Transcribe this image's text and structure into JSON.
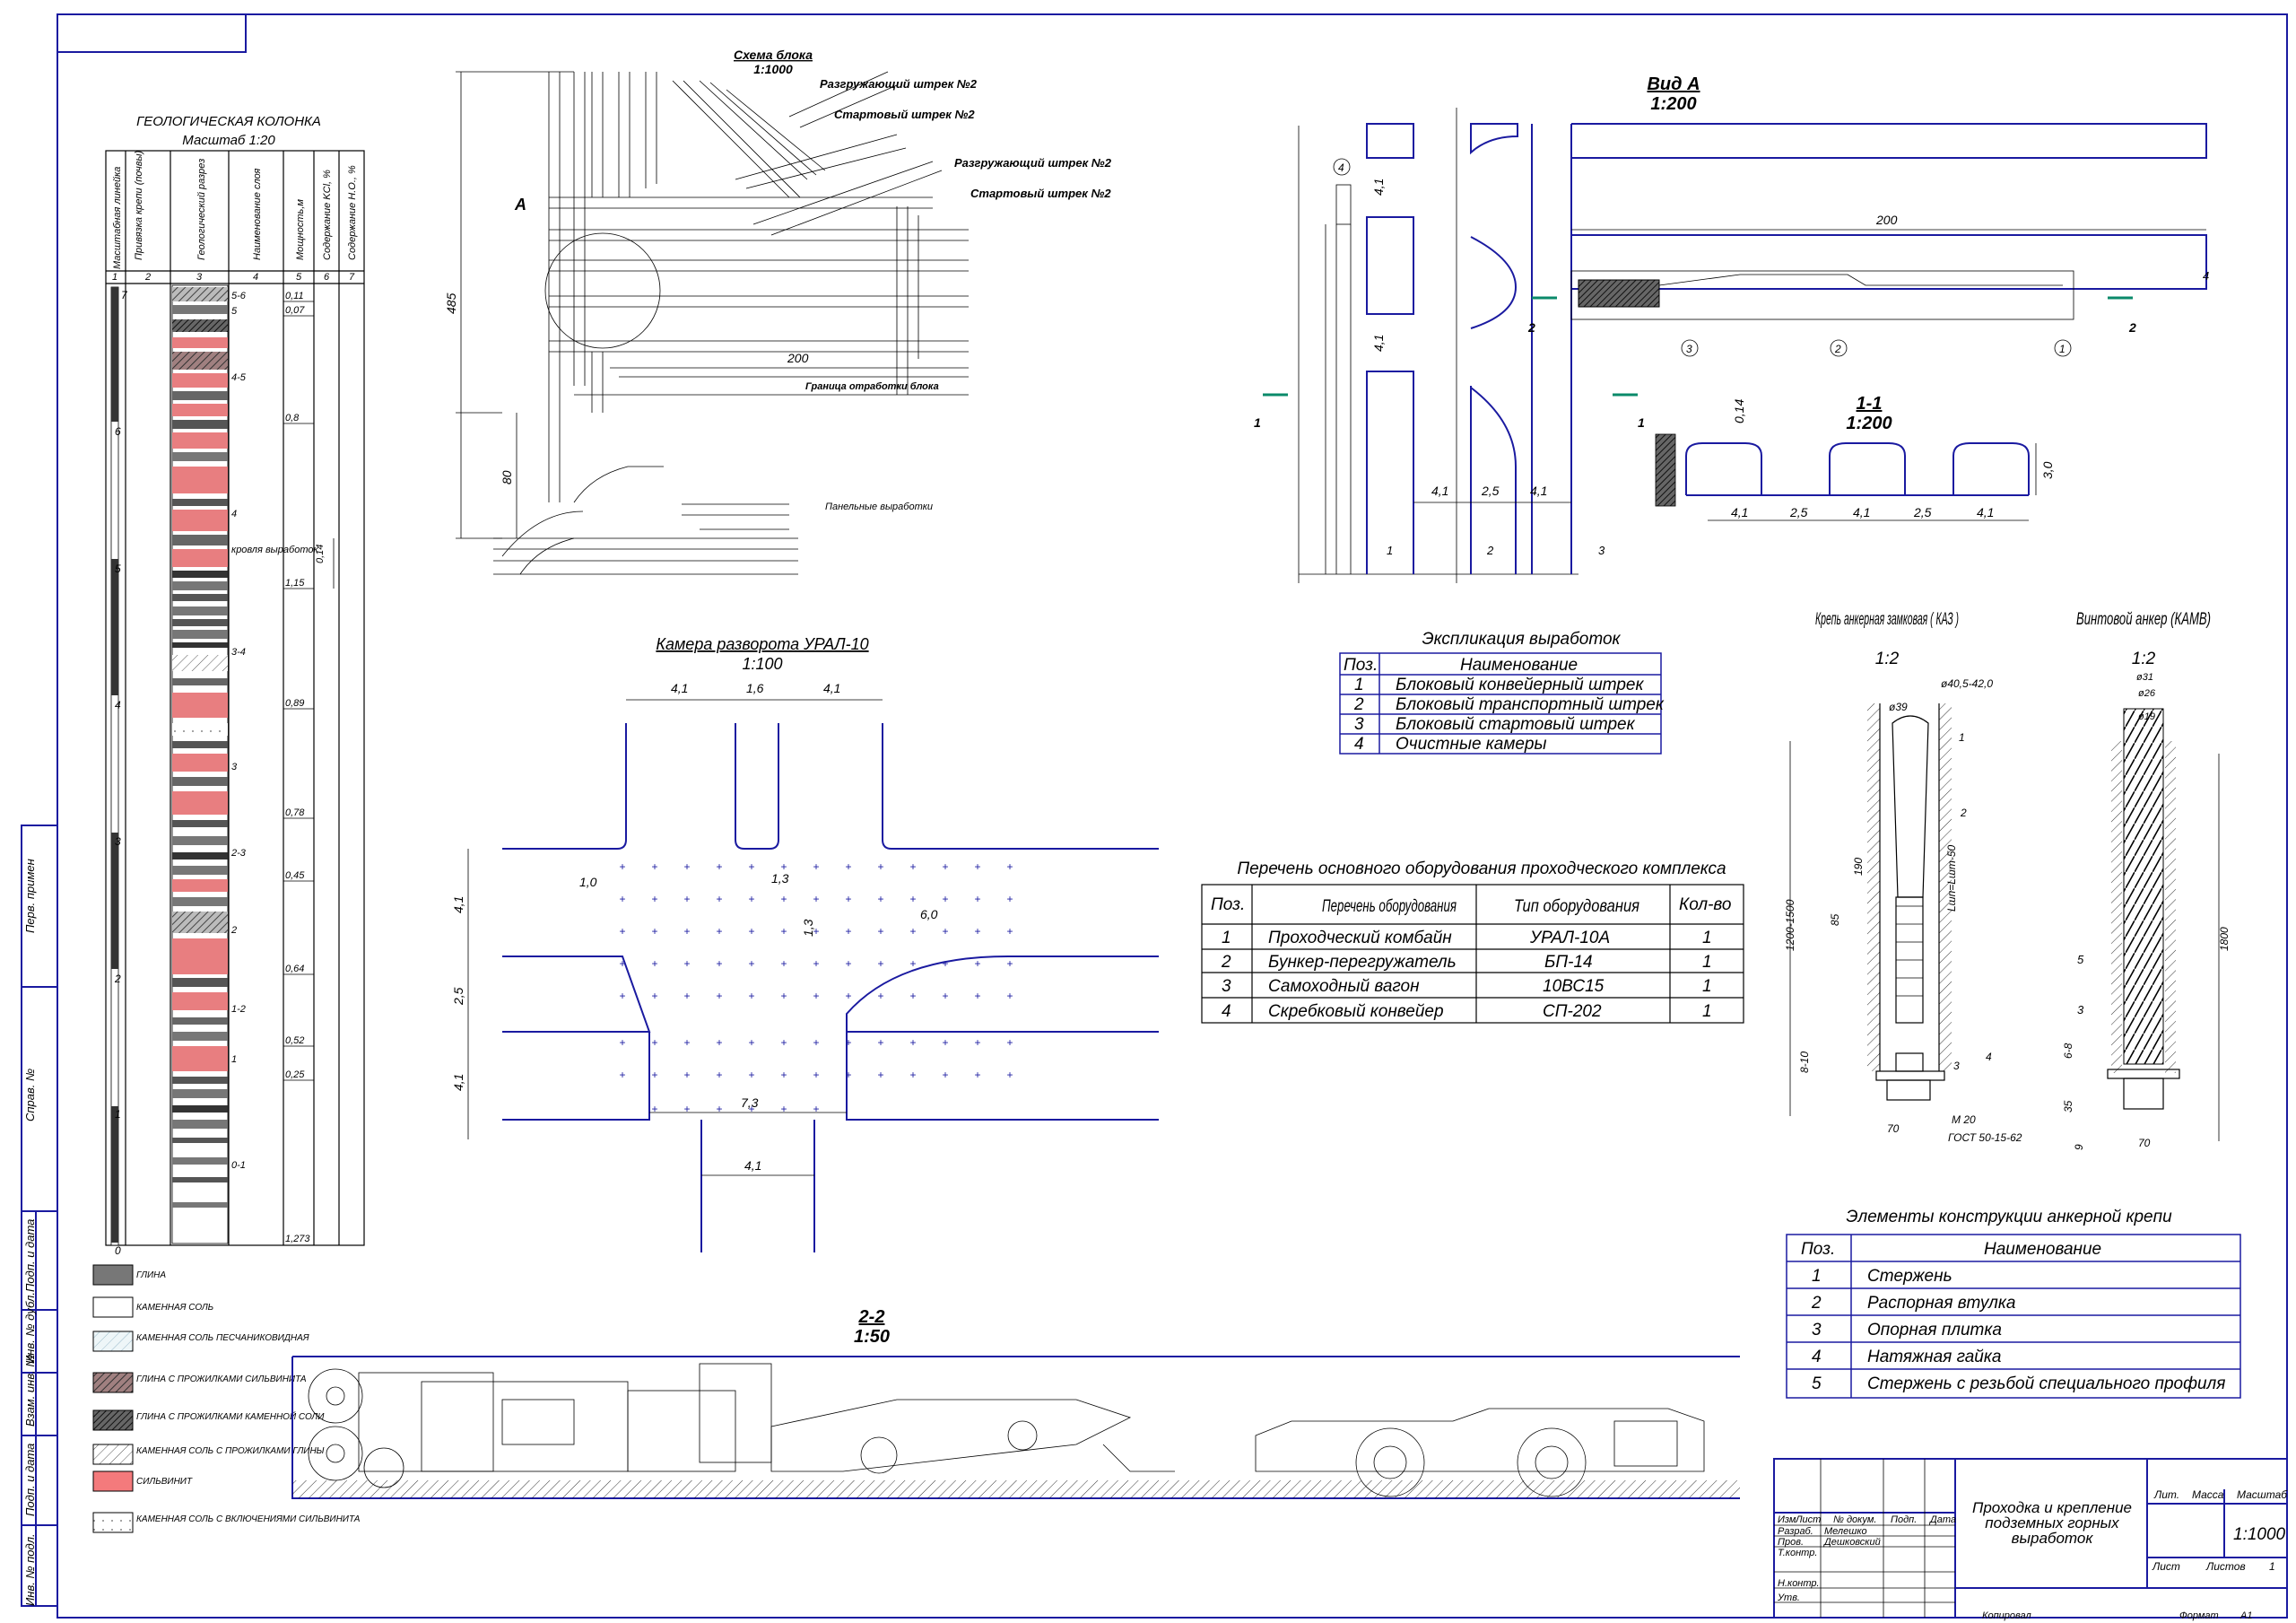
{
  "geology": {
    "title": "ГЕОЛОГИЧЕСКАЯ КОЛОНКА",
    "scale": "Масштаб 1:20",
    "headers": [
      "Масштабная линейка",
      "Привязка крепи (почвы)",
      "Геологический разрез",
      "Наименование слоя",
      "Мощность,м",
      "Содержание KCl, %",
      "Содержание Н.О., %"
    ],
    "col_numbers": [
      "1",
      "2",
      "3",
      "4",
      "5",
      "6",
      "7"
    ],
    "scale_ticks": [
      "7",
      "6",
      "5",
      "4",
      "3",
      "2",
      "1",
      "0"
    ],
    "layers": [
      "5-6",
      "5",
      "4-5",
      "4",
      "кровля выработок",
      "3-4",
      "3",
      "2-3",
      "2",
      "1-2",
      "1",
      "0-1"
    ],
    "thickness": [
      "0,11",
      "0,07",
      "0,8",
      "1,15",
      "0,89",
      "0,78",
      "0,45",
      "0,64",
      "0,52",
      "0,25",
      "1,273"
    ],
    "roof_dim": "0,14"
  },
  "legend": [
    {
      "label": "ГЛИНА",
      "pattern": "gray"
    },
    {
      "label": "КАМЕННАЯ СОЛЬ",
      "pattern": "white"
    },
    {
      "label": "КАМЕННАЯ СОЛЬ ПЕСЧАНИКОВИДНАЯ",
      "pattern": "hatch-light"
    },
    {
      "label": "ГЛИНА С ПРОЖИЛКАМИ СИЛЬВИНИТА",
      "pattern": "hatch-brown"
    },
    {
      "label": "ГЛИНА С ПРОЖИЛКАМИ КАМЕННОЙ СОЛИ",
      "pattern": "hatch-dark"
    },
    {
      "label": "КАМЕННАЯ СОЛЬ С ПРОЖИЛКАМИ ГЛИНЫ",
      "pattern": "hatch-thin"
    },
    {
      "label": "СИЛЬВИНИТ",
      "pattern": "red"
    },
    {
      "label": "КАМЕННАЯ СОЛЬ С ВКЛЮЧЕНИЯМИ СИЛЬВИНИТА",
      "pattern": "dots"
    }
  ],
  "side_stamp": [
    "Перв. примен",
    "Справ. №",
    "Подп. и дата",
    "Инв. № дубл.",
    "Взам. инв. №",
    "Подп. и дата",
    "Инв. № подл."
  ],
  "block_scheme": {
    "title": "Схема блока",
    "scale": "1:1000",
    "labels": [
      "Разгружающий штрек №2",
      "Стартовый штрек №2",
      "Разгружающий штрек №2",
      "Стартовый штрек №2"
    ],
    "view_label": "А",
    "dims": [
      "485",
      "200",
      "80"
    ],
    "boundary": "Граница отработки блока",
    "panel": "Панельные выработки"
  },
  "view_a": {
    "title": "Вид  А",
    "scale": "1:200",
    "dims": [
      "4,1",
      "4,1",
      "4,1",
      "2,5",
      "4,1",
      "200"
    ],
    "callouts": [
      "1",
      "2",
      "3",
      "4",
      "1",
      "2",
      "3",
      "4"
    ],
    "section_marks": [
      "1",
      "1",
      "2",
      "2"
    ]
  },
  "section_11": {
    "title": "1-1",
    "scale": "1:200",
    "dims": [
      "4,1",
      "2,5",
      "4,1",
      "2,5",
      "4,1",
      "3,0",
      "0,14"
    ]
  },
  "chamber": {
    "title": "Камера разворота УРАЛ-10",
    "scale": "1:100",
    "dims": [
      "4,1",
      "1,6",
      "4,1",
      "4,1",
      "2,5",
      "4,1",
      "1,0",
      "1,3",
      "1,3",
      "6,0",
      "7,3",
      "4,1"
    ]
  },
  "explication": {
    "title": "Экспликация выработок",
    "headers": [
      "Поз.",
      "Наименование"
    ],
    "rows": [
      [
        "1",
        "Блоковый конвейерный штрек"
      ],
      [
        "2",
        "Блоковый транспортный штрек"
      ],
      [
        "3",
        "Блоковый стартовый штрек"
      ],
      [
        "4",
        "Очистные камеры"
      ]
    ]
  },
  "equipment": {
    "title": "Перечень основного оборудования проходческого комплекса",
    "headers": [
      "Поз.",
      "Перечень оборудования",
      "Тип оборудования",
      "Кол-во"
    ],
    "rows": [
      [
        "1",
        "Проходческий комбайн",
        "УРАЛ-10А",
        "1"
      ],
      [
        "2",
        "Бункер-перегружатель",
        "БП-14",
        "1"
      ],
      [
        "3",
        "Самоходный вагон",
        "10ВС15",
        "1"
      ],
      [
        "4",
        "Скребковый конвейер",
        "СП-202",
        "1"
      ]
    ]
  },
  "anchor_kaz": {
    "title": "Крепь анкерная замковая ( КАЗ )",
    "scale": "1:2",
    "dims": [
      "ø40,5-42,0",
      "ø39",
      "190",
      "85",
      "1200-1500",
      "Lшп=Lшт-50",
      "8-10",
      "70"
    ],
    "callouts": [
      "1",
      "2",
      "3",
      "4"
    ],
    "nut": "M 20",
    "gost": "ГОСТ 50-15-62"
  },
  "anchor_kamv": {
    "title": "Винтовой анкер (КАМВ)",
    "scale": "1:2",
    "dims": [
      "ø31",
      "ø26",
      "ø19",
      "1800",
      "6-8",
      "35",
      "9",
      "70"
    ],
    "callouts": [
      "5",
      "3"
    ]
  },
  "anchor_elements": {
    "title": "Элементы конструкции анкерной крепи",
    "headers": [
      "Поз.",
      "Наименование"
    ],
    "rows": [
      [
        "1",
        "Стержень"
      ],
      [
        "2",
        "Распорная втулка"
      ],
      [
        "3",
        "Опорная плитка"
      ],
      [
        "4",
        "Натяжная гайка"
      ],
      [
        "5",
        "Стержень с резьбой специального профиля"
      ]
    ]
  },
  "section_22": {
    "title": "2-2",
    "scale": "1:50"
  },
  "title_block": {
    "col_heads": [
      "Изм",
      "Лист",
      "№ докум.",
      "Подп.",
      "Дата"
    ],
    "roles": [
      "Разраб.",
      "Пров.",
      "Т.контр.",
      "Н.контр.",
      "Утв."
    ],
    "names": [
      "Мелешко",
      "Дешковский"
    ],
    "doc_title": "Проходка и крепление подземных горных выработок",
    "lit": "Лит.",
    "mass": "Масса",
    "scale_h": "Масштаб",
    "scale": "1:1000",
    "sheet": "Лист",
    "sheets": "Листов",
    "sheets_n": "1",
    "copied": "Копировал",
    "format": "Формат",
    "format_v": "А1"
  }
}
